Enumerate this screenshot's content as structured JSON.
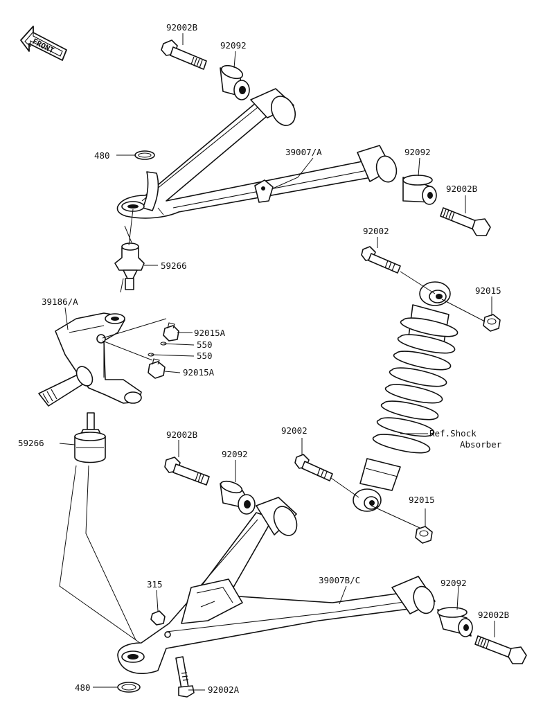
{
  "diagram": {
    "front_label": "FRONT",
    "parts": {
      "upper_bolt_92002B": "92002B",
      "upper_bushing_92092": "92092",
      "upper_circlip_480": "480",
      "upper_arm_39007A": "39007/A",
      "upper_rear_bushing_92092": "92092",
      "upper_rear_bolt_92002B": "92002B",
      "upper_ball_joint_59266": "59266",
      "shock_top_bolt_92002": "92002",
      "shock_top_nut_92015": "92015",
      "knuckle_39186A": "39186/A",
      "upper_nut_92015A": "92015A",
      "cotter_pin_550_a": "550",
      "cotter_pin_550_b": "550",
      "lower_nut_92015A": "92015A",
      "lower_ball_joint_59266": "59266",
      "lower_front_bolt_92002B": "92002B",
      "lower_bushing_92092": "92092",
      "shock_bottom_bolt_92002": "92002",
      "ref_shock_line1": "Ref.Shock",
      "ref_shock_line2": "Absorber",
      "shock_bottom_nut_92015": "92015",
      "lower_arm_39007BC": "39007B/C",
      "lower_rear_bushing_92092": "92092",
      "nut_315": "315",
      "lower_rear_bolt_92002B": "92002B",
      "lower_circlip_480": "480",
      "lower_bolt_92002A": "92002A"
    }
  }
}
